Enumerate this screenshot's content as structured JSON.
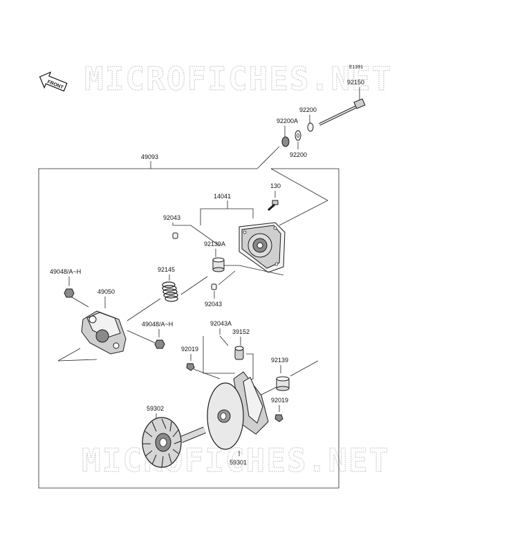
{
  "watermark_top": "MICROFICHES.NET",
  "watermark_bottom": "MICROFICHES.NET",
  "front_label": "FRONT",
  "diagram_code": "E1391",
  "parts": {
    "p92150": "92150",
    "p92200_top": "92200",
    "p92200a": "92200A",
    "p92200_bottom": "92200",
    "p49093": "49093",
    "p130": "130",
    "p14041": "14041",
    "p92043_top": "92043",
    "p92139a": "92139A",
    "p92145": "92145",
    "p92043_mid": "92043",
    "p49048_left": "49048/A~H",
    "p49050": "49050",
    "p49048_right": "49048/A~H",
    "p92043a": "92043A",
    "p39152": "39152",
    "p92019_left": "92019",
    "p92139": "92139",
    "p92019_right": "92019",
    "p59302": "59302",
    "p59301": "59301"
  }
}
